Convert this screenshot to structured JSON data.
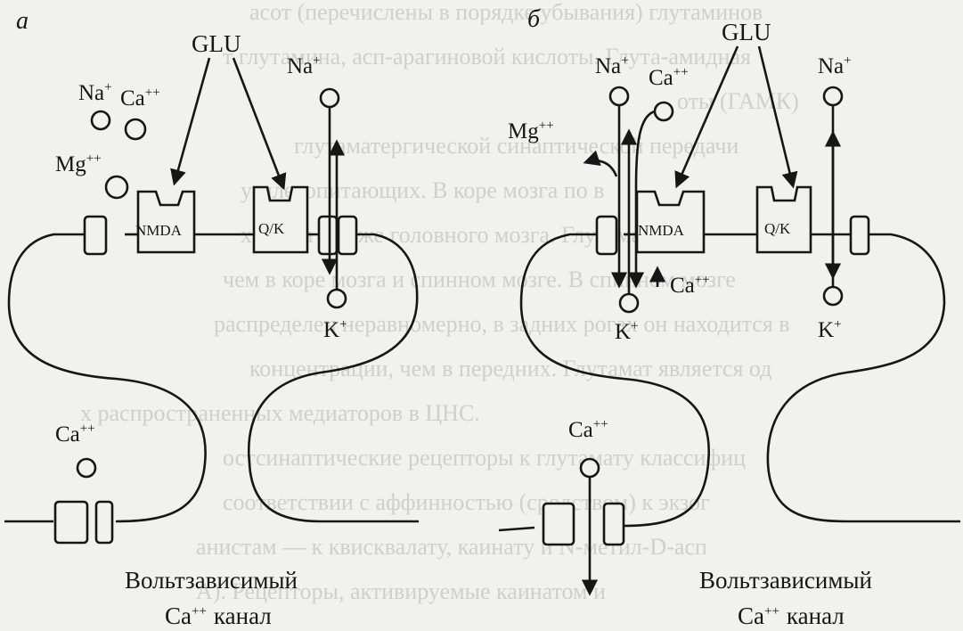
{
  "background_text": [
    "асот (перечислены в порядке убывания) глутаминов",
    "т глутамина, асп-арагиновой кислоты. Глута-амидная",
    "оты (ГАМК)",
    "глутаматергической синаптической передачи ",
    "у млекопитающих. В коре мозга по в",
    "х мозга и коже головного мозга. Глутамат.",
    "чем в коре мозга и спинном мозге. В спинном мозге",
    "распределен неравномерно, в задних рогах он находится в",
    "концентрации, чем в передних. Глутамат является од",
    "х распространенных медиаторов в ЦНС.",
    "остсинаптические рецепторы к глутамату классифиц",
    "соответствии с аффинностью (сродством) к экзог",
    "анистам — к квисквалату, каинату и N-метил-D-асп",
    "А). Рецепторы, активируемые каинатом и"
  ],
  "panel_a": {
    "letter": "а",
    "glu": "GLU",
    "na_left": "Na",
    "ca_left": "Ca",
    "mg": "Mg",
    "na_right": "Na",
    "k": "K",
    "nmda": "NMDA",
    "qk": "Q/K",
    "ca_bottom": "Ca",
    "channel_line1": "Вольтзависимый",
    "channel_line2": "Ca",
    "channel_word": "канал"
  },
  "panel_b": {
    "letter": "б",
    "glu": "GLU",
    "na_left": "Na",
    "ca_top": "Ca",
    "mg": "Mg",
    "na_right": "Na",
    "k_left": "K",
    "k_right": "K",
    "ca_inside": "Ca",
    "nmda": "NMDA",
    "qk": "Q/K",
    "ca_bottom": "Ca",
    "channel_line1": "Вольтзависимый",
    "channel_line2": "Ca",
    "channel_word": "канал"
  },
  "superscripts": {
    "plus": "+",
    "plusplus": "++"
  }
}
